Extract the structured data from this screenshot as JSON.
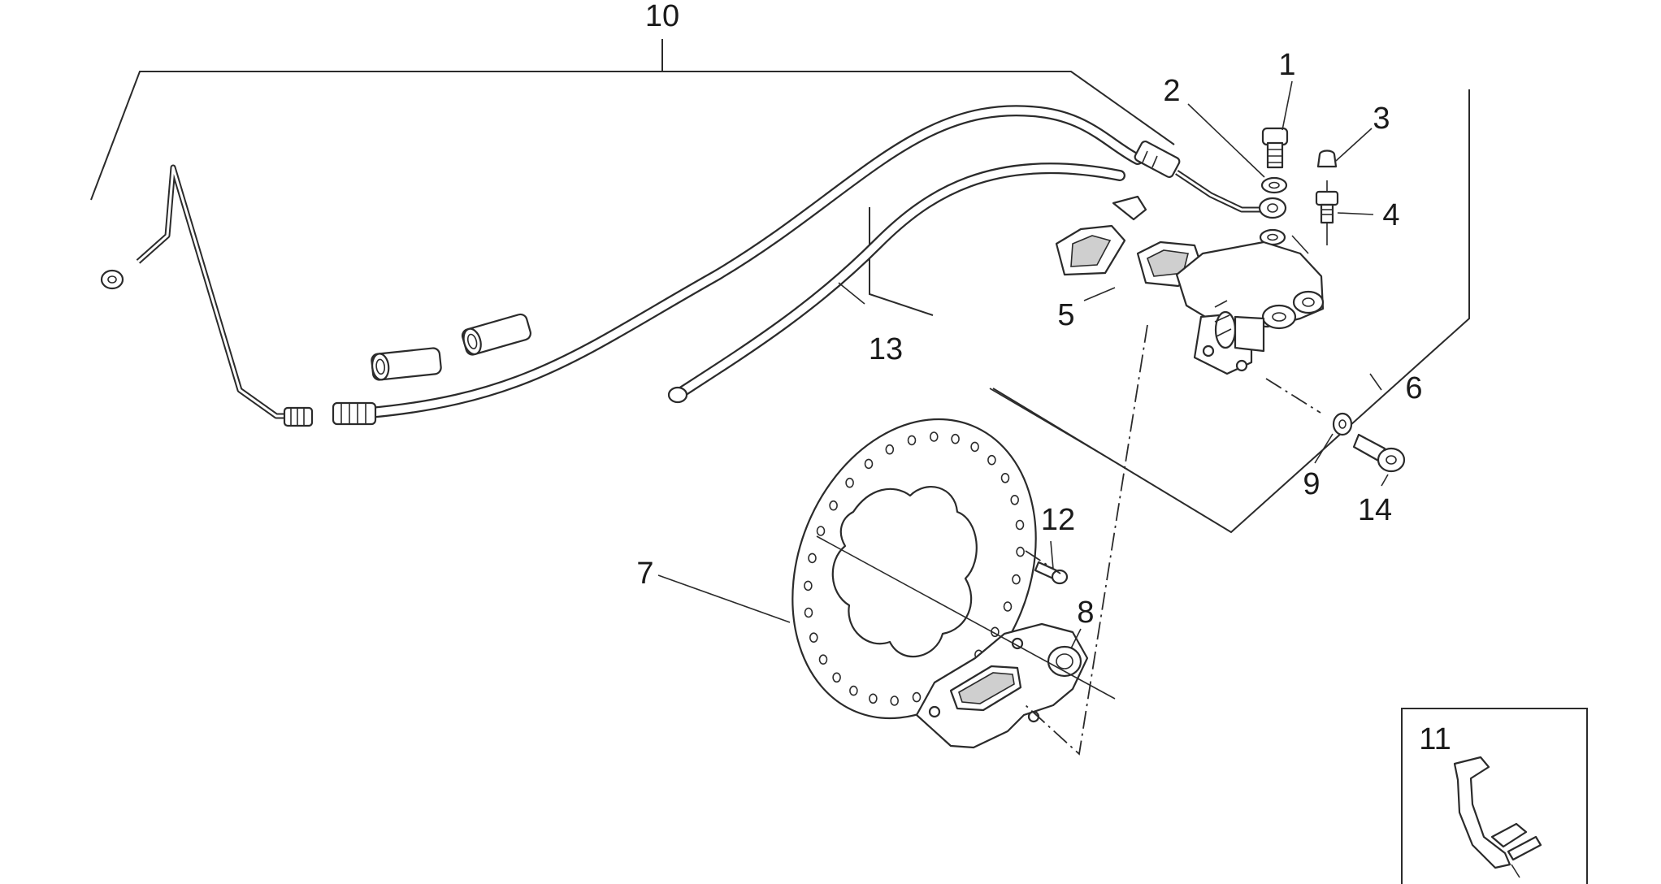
{
  "labels": {
    "p1": "1",
    "p2": "2",
    "p3": "3",
    "p4": "4",
    "p5": "5",
    "p6": "6",
    "p7": "7",
    "p8": "8",
    "p9": "9",
    "p10": "10",
    "p11": "11",
    "p12": "12",
    "p13": "13",
    "p14": "14"
  },
  "colors": {
    "line": "#2b2b2b",
    "background": "#ffffff",
    "shading": "#cfcfcf"
  }
}
